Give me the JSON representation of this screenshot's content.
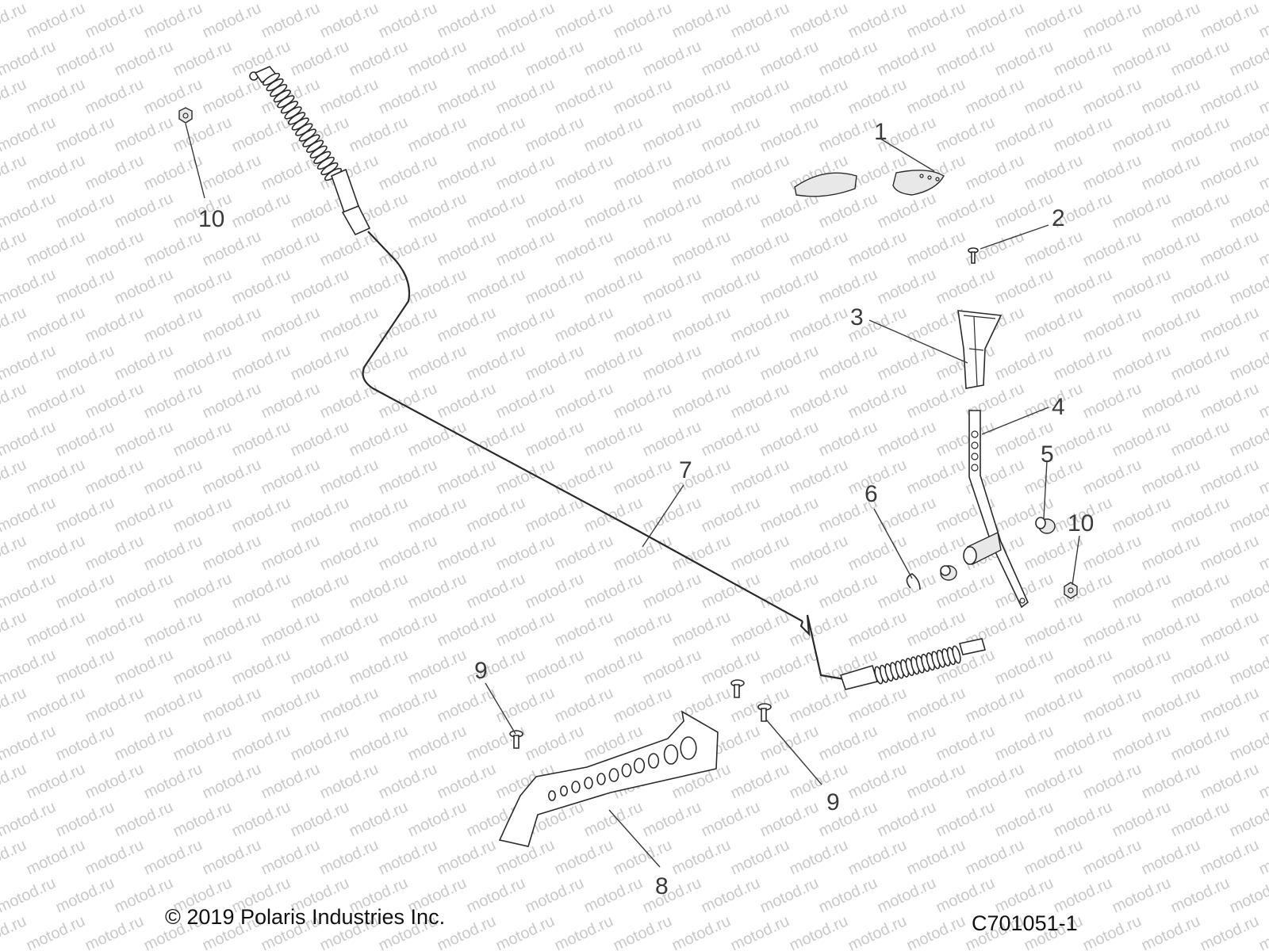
{
  "watermark": "motod.ru",
  "copyright": "© 2019 Polaris Industries Inc.",
  "diagram_code": "C701051-1",
  "callouts": {
    "c1": "1",
    "c2": "2",
    "c3": "3",
    "c4": "4",
    "c5": "5",
    "c6": "6",
    "c7": "7",
    "c8": "8",
    "c9a": "9",
    "c9b": "9",
    "c10a": "10",
    "c10b": "10"
  }
}
